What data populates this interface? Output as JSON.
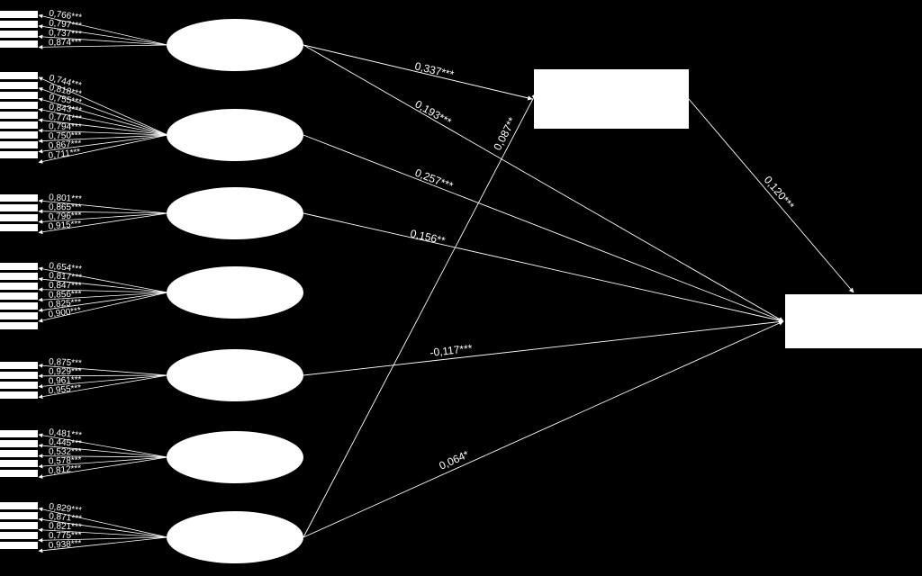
{
  "diagram": {
    "background_color": "#000000",
    "shape_color": "#ffffff",
    "line_color": "#ffffff",
    "constructs": [
      {
        "id": "c1",
        "indicator_count": 4,
        "loadings": [
          "0,766***",
          "0,797***",
          "0,737***",
          "0,874***"
        ]
      },
      {
        "id": "c2",
        "indicator_count": 9,
        "loadings": [
          "0,744***",
          "0,818***",
          "0,755***",
          "0,843***",
          "0,774***",
          "0,794***",
          "0,750***",
          "0,867***",
          "0,711***"
        ]
      },
      {
        "id": "c3",
        "indicator_count": 4,
        "loadings": [
          "0,801***",
          "0,865***",
          "0,796***",
          "0,915***"
        ]
      },
      {
        "id": "c4",
        "indicator_count": 7,
        "loadings": [
          "0,654***",
          "0,817***",
          "0,847***",
          "0,856***",
          "0,825***",
          "0,900***"
        ]
      },
      {
        "id": "c5",
        "indicator_count": 4,
        "loadings": [
          "0,875***",
          "0,929***",
          "0,961***",
          "0,955***"
        ]
      },
      {
        "id": "c6",
        "indicator_count": 5,
        "loadings": [
          "0,481***",
          "0,445***",
          "0,532***",
          "0,578***",
          "0,812***"
        ]
      },
      {
        "id": "c7",
        "indicator_count": 5,
        "loadings": [
          "0,829***",
          "0,871***",
          "0,821***",
          "0,775***",
          "0,938***"
        ]
      }
    ],
    "paths": [
      {
        "from": "c1",
        "to": "mediator",
        "coefficient": "0,337***"
      },
      {
        "from": "c1",
        "to": "outcome",
        "coefficient": "0,193***"
      },
      {
        "from": "c7",
        "to": "mediator",
        "coefficient": "0,087**"
      },
      {
        "from": "c2",
        "to": "outcome",
        "coefficient": "0,257***"
      },
      {
        "from": "c3",
        "to": "outcome",
        "coefficient": "0,156**"
      },
      {
        "from": "c5",
        "to": "outcome",
        "coefficient": "-0,117***"
      },
      {
        "from": "c7",
        "to": "outcome",
        "coefficient": "0,064*"
      },
      {
        "from": "mediator",
        "to": "outcome",
        "coefficient": "0,120***"
      }
    ]
  }
}
